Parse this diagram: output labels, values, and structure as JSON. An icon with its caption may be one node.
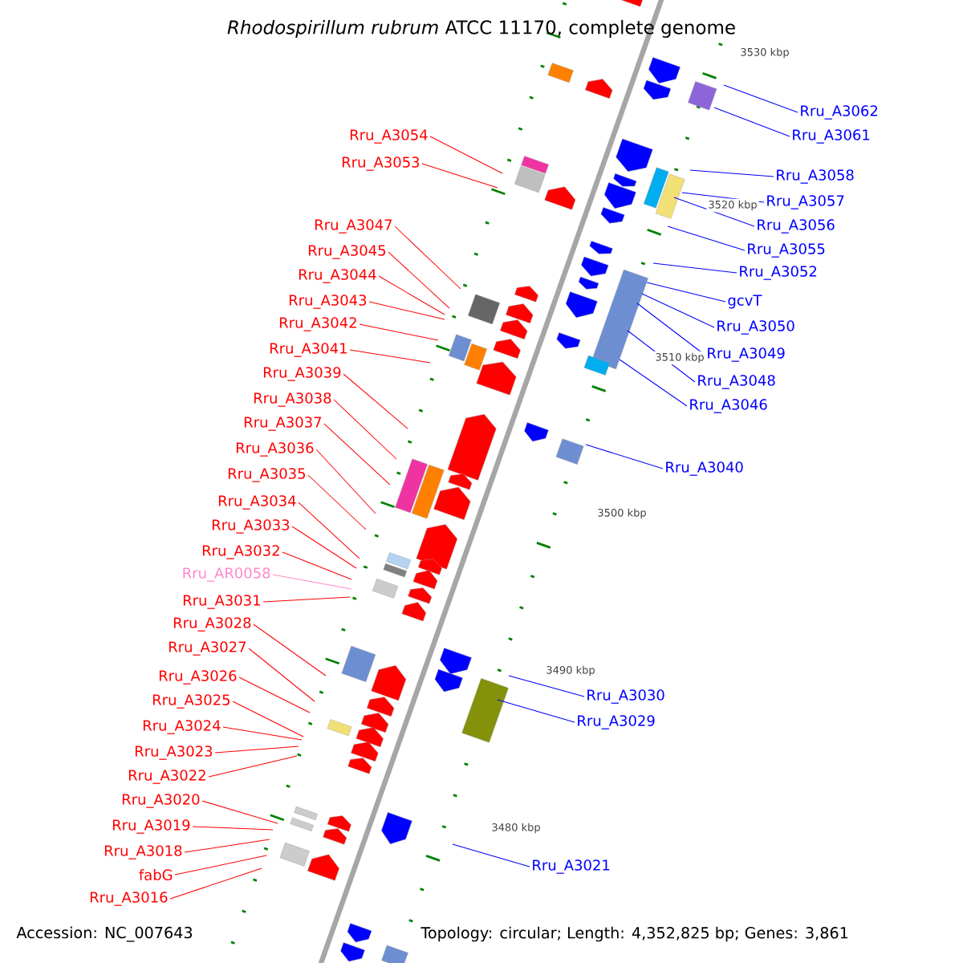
{
  "diagram": {
    "title": "*Rhodospirillum rubrum* ATCC 11170, complete genome",
    "nodes": [
      {
        "text": [
          "Rru_A3062"
        ]
      },
      {
        "text": [
          "Rru_A3054"
        ]
      },
      {
        "text": [
          "Rru_A3061"
        ]
      },
      {
        "text": [
          "Rru_A3053"
        ]
      },
      {
        "text": [
          "Rru_A3058"
        ]
      },
      {
        "text": [
          "Rru_A3057"
        ]
      },
      {
        "text": [
          "Rru_A3047"
        ]
      },
      {
        "text": [
          "Rru_A3056"
        ]
      },
      {
        "text": [
          "Rru_A3055"
        ]
      },
      {
        "text": [
          "Rru_A3045"
        ]
      },
      {
        "text": [
          "Rru_A3052"
        ]
      },
      {
        "text": [
          "Rru_A3044"
        ]
      },
      {
        "text": [
          "gcvT"
        ]
      },
      {
        "text": [
          "Rru_A3043"
        ]
      },
      {
        "text": [
          "Rru_A3042"
        ]
      },
      {
        "text": [
          "Rru_A3050"
        ]
      },
      {
        "text": [
          "Rru_A3041"
        ]
      },
      {
        "text": [
          "Rru_A3049"
        ]
      },
      {
        "text": [
          "Rru_A3039"
        ]
      },
      {
        "text": [
          "Rru_A3048"
        ]
      },
      {
        "text": [
          "Rru_A3038"
        ]
      },
      {
        "text": [
          "Rru_A3046"
        ]
      },
      {
        "text": [
          "Rru_A3037"
        ]
      },
      {
        "text": [
          "Rru_A3036"
        ]
      },
      {
        "text": [
          "Rru_A3040"
        ]
      },
      {
        "text": [
          "Rru_A3035"
        ]
      },
      {
        "text": [
          "Rru_A3034"
        ]
      },
      {
        "text": [
          "Rru_A3033"
        ]
      },
      {
        "text": [
          "Rru_A3032"
        ]
      },
      {
        "text": [
          "Rru_AR0058"
        ]
      },
      {
        "text": [
          "Rru_A3031"
        ]
      },
      {
        "text": [
          "Rru_A3028"
        ]
      },
      {
        "text": [
          "Rru_A3027"
        ]
      },
      {
        "text": [
          "Rru_A3026"
        ]
      },
      {
        "text": [
          "Rru_A3030"
        ]
      },
      {
        "text": [
          "Rru_A3025"
        ]
      },
      {
        "text": [
          "Rru_A3029"
        ]
      },
      {
        "text": [
          "Rru_A3024"
        ]
      },
      {
        "text": [
          "Rru_A3023"
        ]
      },
      {
        "text": [
          "Rru_A3022"
        ]
      },
      {
        "text": [
          "Rru_A3020"
        ]
      },
      {
        "text": [
          "Rru_A3019"
        ]
      },
      {
        "text": [
          "Rru_A3018"
        ]
      },
      {
        "text": [
          "Rru_A3021"
        ]
      },
      {
        "text": [
          "fabG"
        ]
      },
      {
        "text": [
          "Rru_A3016"
        ]
      }
    ],
    "edges": [
      {
        "from": 0,
        "to": null,
        "arrow": "none",
        "color": "#0000ff"
      },
      {
        "from": 1,
        "to": null,
        "arrow": "none"
      },
      {
        "from": 2,
        "to": null,
        "arrow": "none",
        "color": "#0000ff"
      },
      {
        "from": 3,
        "to": null,
        "arrow": "none"
      },
      {
        "from": 4,
        "to": null,
        "arrow": "none",
        "color": "#0000ff"
      },
      {
        "from": 5,
        "to": null,
        "arrow": "none",
        "color": "#0000ff"
      },
      {
        "from": 6,
        "to": null,
        "arrow": "none"
      },
      {
        "from": 7,
        "to": null,
        "arrow": "none",
        "color": "#0000ff"
      },
      {
        "from": 8,
        "to": null,
        "arrow": "none",
        "color": "#0000ff"
      },
      {
        "from": 9,
        "to": null,
        "arrow": "none"
      },
      {
        "from": 10,
        "to": null,
        "arrow": "none",
        "color": "#0000ff"
      },
      {
        "from": 11,
        "to": null,
        "arrow": "none"
      },
      {
        "from": 12,
        "to": null,
        "arrow": "none",
        "color": "#0000ff"
      },
      {
        "from": 13,
        "to": null,
        "arrow": "none"
      },
      {
        "from": 14,
        "to": null,
        "arrow": "none"
      },
      {
        "from": 15,
        "to": null,
        "arrow": "none",
        "color": "#0000ff"
      },
      {
        "from": 16,
        "to": null,
        "arrow": "none"
      },
      {
        "from": 17,
        "to": null,
        "arrow": "none",
        "color": "#0000ff"
      },
      {
        "from": 18,
        "to": null,
        "arrow": "none"
      },
      {
        "from": 19,
        "to": null,
        "arrow": "none",
        "color": "#0000ff"
      },
      {
        "from": 20,
        "to": null,
        "arrow": "none"
      },
      {
        "from": 21,
        "to": null,
        "arrow": "none",
        "color": "#0000ff"
      },
      {
        "from": 22,
        "to": null,
        "arrow": "none"
      },
      {
        "from": 23,
        "to": null,
        "arrow": "none"
      },
      {
        "from": 24,
        "to": null,
        "arrow": "none",
        "color": "#0000ff"
      },
      {
        "from": 25,
        "to": null,
        "arrow": "none"
      },
      {
        "from": 26,
        "to": null,
        "arrow": "none"
      },
      {
        "from": 27,
        "to": null,
        "arrow": "none"
      },
      {
        "from": 28,
        "to": null,
        "arrow": "none"
      },
      {
        "from": 29,
        "to": null,
        "arrow": "none",
        "color": "#ff88cc"
      },
      {
        "from": 30,
        "to": null,
        "arrow": "none"
      },
      {
        "from": 31,
        "to": null,
        "arrow": "none"
      },
      {
        "from": 32,
        "to": null,
        "arrow": "none"
      },
      {
        "from": 33,
        "to": null,
        "arrow": "none"
      },
      {
        "from": 34,
        "to": null,
        "arrow": "none",
        "color": "#0000ff"
      },
      {
        "from": 35,
        "to": null,
        "arrow": "none"
      },
      {
        "from": 36,
        "to": null,
        "arrow": "none",
        "color": "#0000ff"
      },
      {
        "from": 37,
        "to": null,
        "arrow": "none"
      },
      {
        "from": 38,
        "to": null,
        "arrow": "none"
      },
      {
        "from": 39,
        "to": null,
        "arrow": "none"
      },
      {
        "from": 40,
        "to": null,
        "arrow": "none"
      },
      {
        "from": 41,
        "to": null,
        "arrow": "none"
      },
      {
        "from": 42,
        "to": null,
        "arrow": "none"
      },
      {
        "from": 43,
        "to": null,
        "arrow": "none",
        "color": "#0000ff"
      },
      {
        "from": 44,
        "to": null,
        "arrow": "none"
      },
      {
        "from": 45,
        "to": null,
        "arrow": "none"
      }
    ],
    "labels": [
      "3530 kbp",
      "3520 kbp",
      "3510 kbp",
      "3500 kbp",
      "3490 kbp",
      "3480 kbp",
      "Accession: NC_007643",
      "Topology: circular; Length: 4,352,825 bp; Genes: 3,861"
    ]
  }
}
